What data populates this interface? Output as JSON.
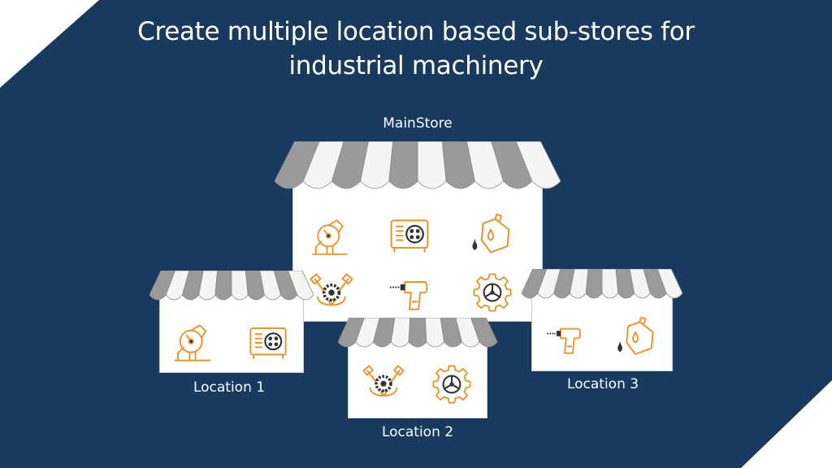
{
  "title": {
    "line1": "Create multiple location based sub-stores for",
    "line2": "industrial machinery"
  },
  "colors": {
    "background": "#173a5e",
    "corner": "#ffffff",
    "icon_accent": "#e8962e",
    "icon_dark": "#333333",
    "awning_gray": "#9a9a9a",
    "awning_white": "#f5f5f5"
  },
  "stores": {
    "main": {
      "label": "MainStore",
      "icons": [
        "saw-icon",
        "generator-icon",
        "oil-can-icon",
        "engine-icon",
        "drill-icon",
        "gear-wheel-icon"
      ]
    },
    "location1": {
      "label": "Location 1",
      "icons": [
        "saw-icon",
        "generator-icon"
      ]
    },
    "location2": {
      "label": "Location 2",
      "icons": [
        "engine-icon",
        "gear-wheel-icon"
      ]
    },
    "location3": {
      "label": "Location 3",
      "icons": [
        "drill-icon",
        "oil-can-icon"
      ]
    }
  }
}
